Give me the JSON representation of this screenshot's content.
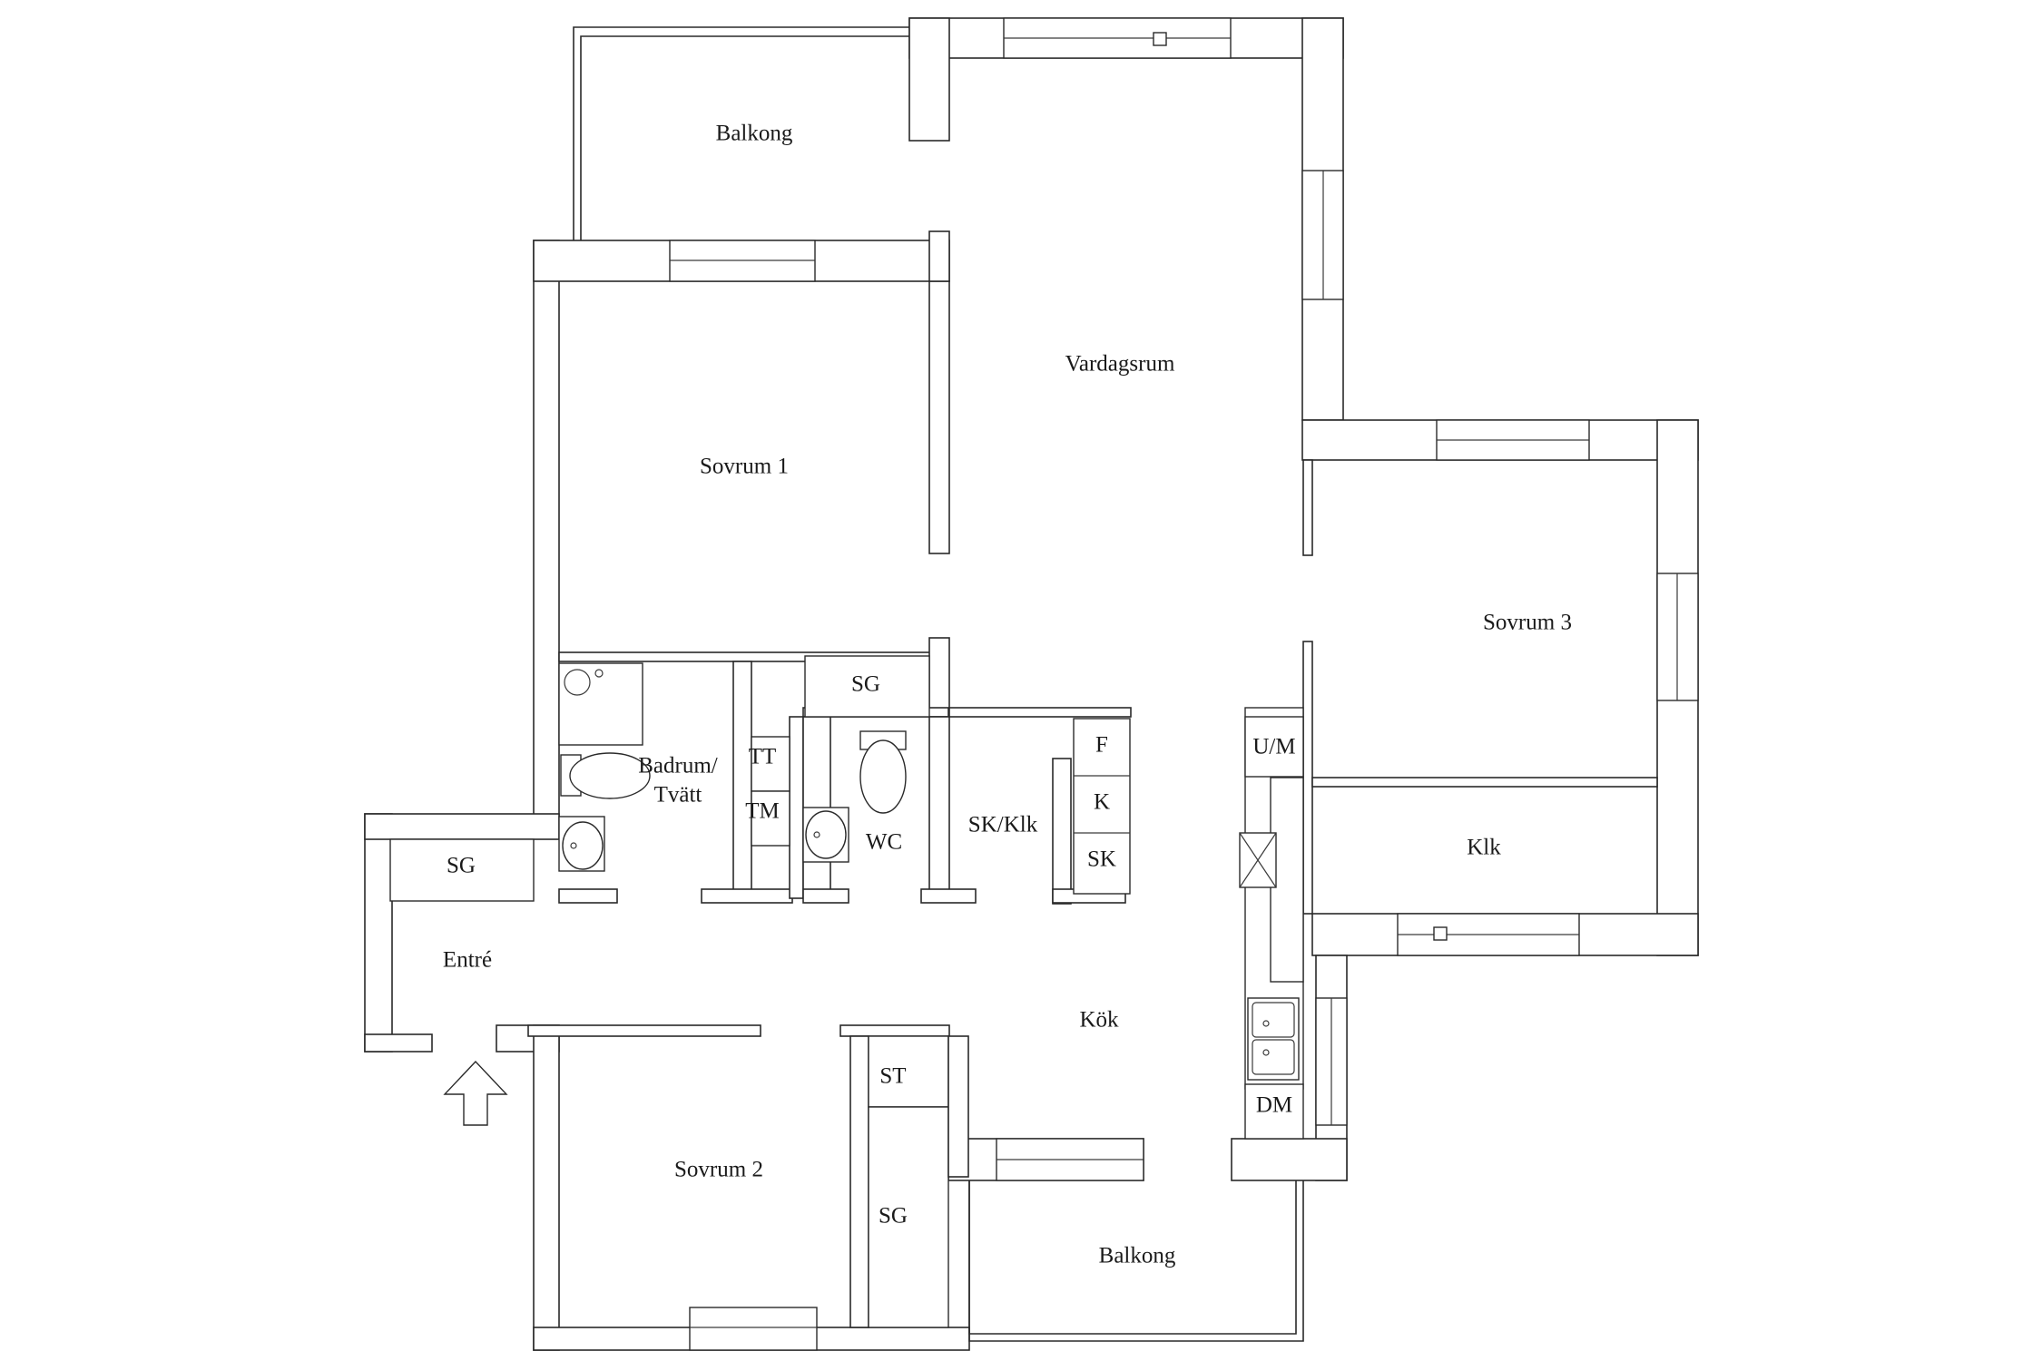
{
  "rooms": {
    "balkong_top": "Balkong",
    "vardagsrum": "Vardagsrum",
    "sovrum1": "Sovrum 1",
    "sovrum3": "Sovrum 3",
    "sg_upper": "SG",
    "badrum_line1": "Badrum/",
    "badrum_line2": "Tvätt",
    "tt": "TT",
    "tm": "TM",
    "wc": "WC",
    "sk_klk": "SK/Klk",
    "f": "F",
    "k": "K",
    "sk": "SK",
    "um": "U/M",
    "klk": "Klk",
    "sg_entry": "SG",
    "entre": "Entré",
    "kok": "Kök",
    "st": "ST",
    "sovrum2": "Sovrum 2",
    "sg_lower": "SG",
    "dm": "DM",
    "balkong_bottom": "Balkong"
  },
  "icons": [
    "entrance-arrow-icon",
    "shower-icon",
    "toilet-icon",
    "washbasin-icon",
    "stove-icon",
    "sink-icon"
  ],
  "colors": {
    "line": "#2a2a2a",
    "background": "#ffffff"
  }
}
